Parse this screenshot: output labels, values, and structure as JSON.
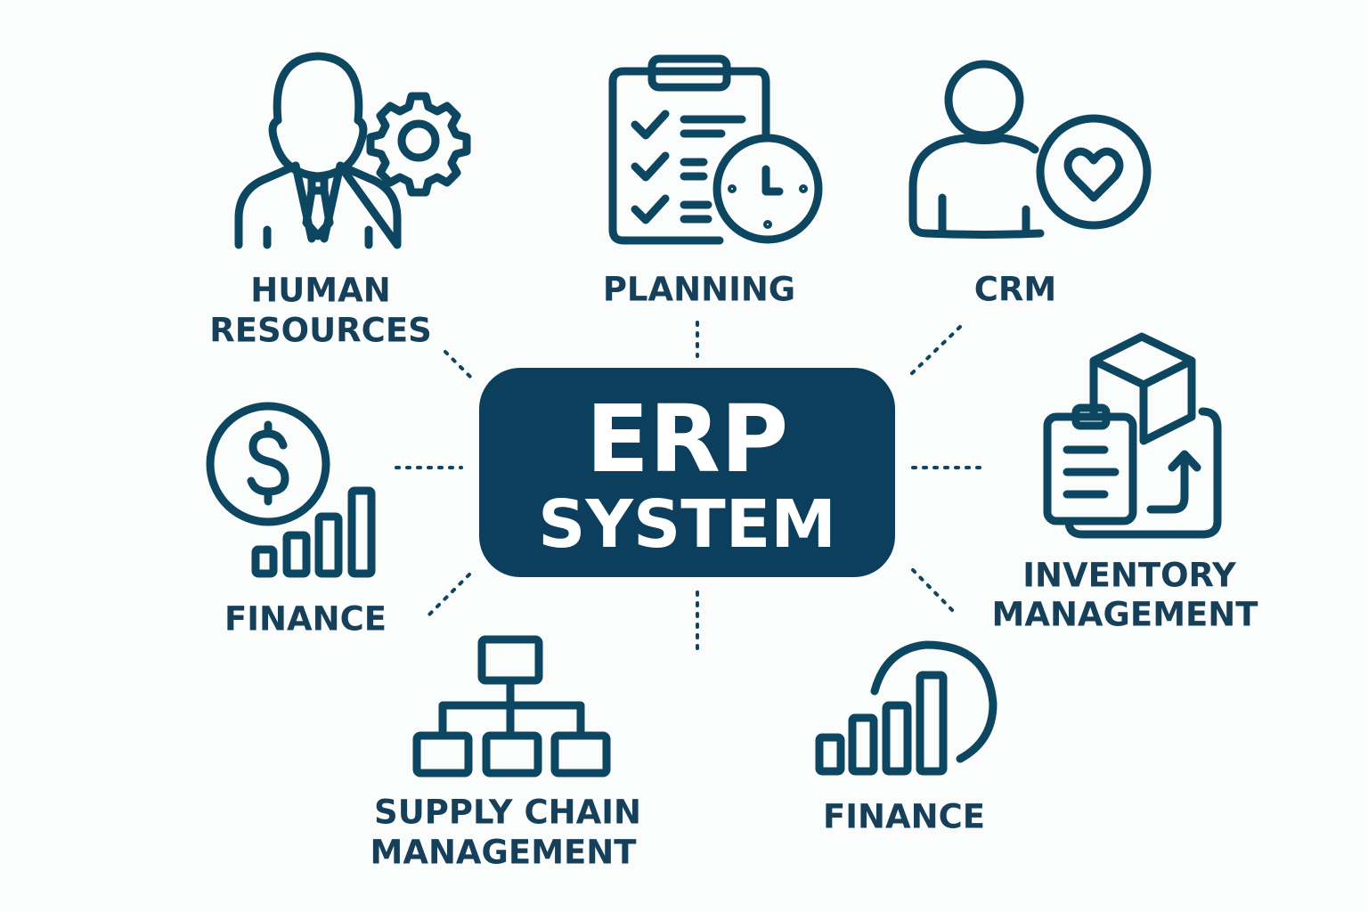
{
  "center": {
    "line1": "ERP",
    "line2": "SYSTEM"
  },
  "modules": [
    {
      "icon": "hr-person-gear-icon",
      "line1": "HUMAN",
      "line2": "RESOURCES"
    },
    {
      "icon": "clipboard-clock-icon",
      "line1": "PLANNING"
    },
    {
      "icon": "person-heart-icon",
      "line1": "CRM"
    },
    {
      "icon": "box-clipboard-icon",
      "line1": "INVENTORY",
      "line2": "MANAGEMENT"
    },
    {
      "icon": "dollar-bars-icon",
      "line1": "FINANCE"
    },
    {
      "icon": "hierarchy-icon",
      "line1": "SUPPLY CHAIN",
      "line2": "MANAGEMENT"
    },
    {
      "icon": "bar-growth-icon",
      "line1": "FINANCE"
    }
  ],
  "colors": {
    "primary": "#0b3f5d",
    "text": "#163f5a",
    "background": "#fbfcfc"
  }
}
